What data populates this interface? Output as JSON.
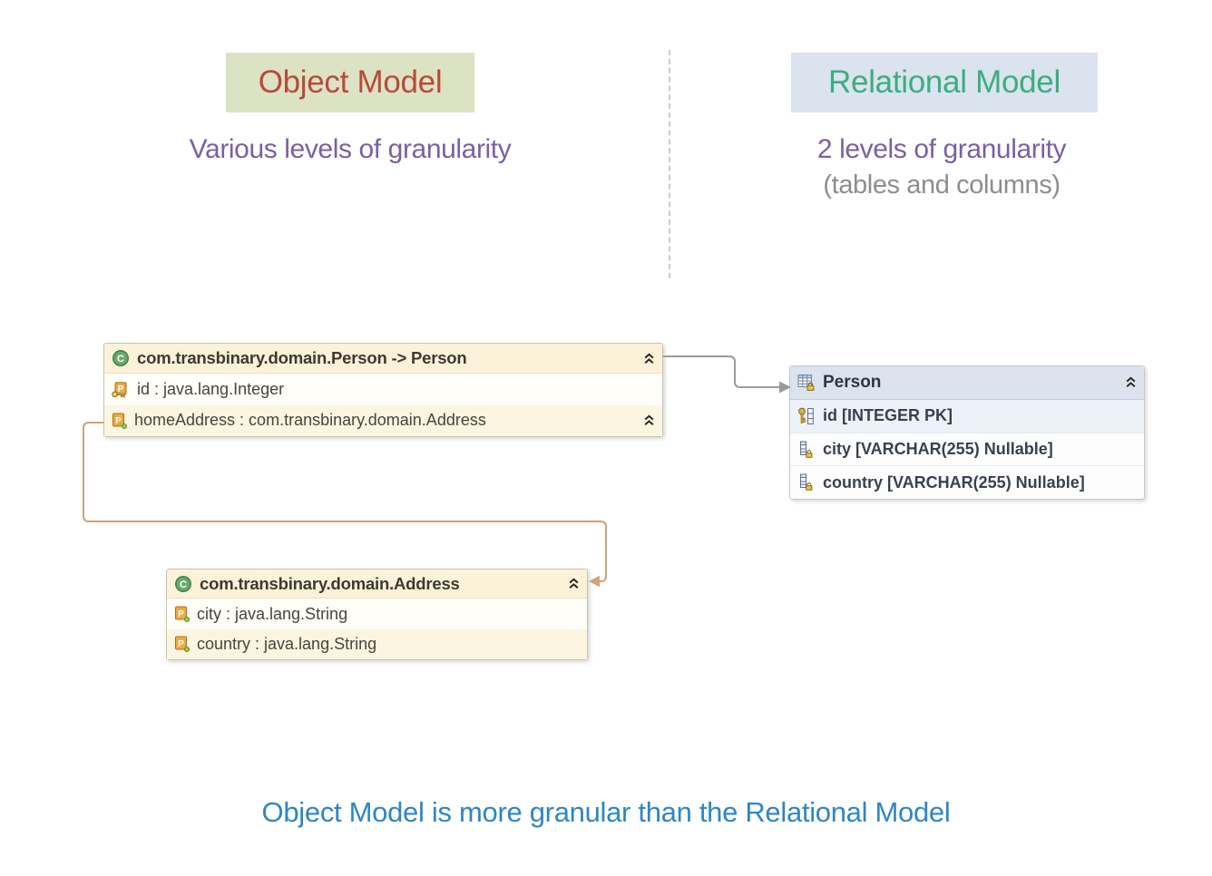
{
  "panels": {
    "object_model": {
      "title": "Object Model",
      "subtitle": "Various levels of granularity"
    },
    "relational_model": {
      "title": "Relational Model",
      "subtitle": "2 levels of granularity",
      "subtitle_note": "(tables and columns)"
    }
  },
  "diagram": {
    "person_class": {
      "icon": "class-icon",
      "title": "com.transbinary.domain.Person -> Person",
      "rows": [
        {
          "icon": "property-primary-key-icon",
          "text": "id : java.lang.Integer"
        },
        {
          "icon": "property-icon",
          "text": "homeAddress : com.transbinary.domain.Address"
        }
      ]
    },
    "address_class": {
      "icon": "class-icon",
      "title": "com.transbinary.domain.Address",
      "rows": [
        {
          "icon": "property-icon",
          "text": "city : java.lang.String"
        },
        {
          "icon": "property-icon",
          "text": "country : java.lang.String"
        }
      ]
    },
    "person_table": {
      "icon": "table-icon",
      "title": "Person",
      "rows": [
        {
          "icon": "primary-key-column-icon",
          "text": "id [INTEGER PK]"
        },
        {
          "icon": "column-icon",
          "text": "city [VARCHAR(255) Nullable]"
        },
        {
          "icon": "column-icon",
          "text": "country [VARCHAR(255) Nullable]"
        }
      ]
    },
    "connectors": [
      {
        "name": "person-class-to-person-table",
        "color": "#9b9b9b"
      },
      {
        "name": "home-address-to-address-class",
        "color": "#cfa278"
      }
    ]
  },
  "caption": "Object Model is more granular than the Relational Model",
  "colors": {
    "object_badge_bg": "#dce3c5",
    "object_title": "#b84a3c",
    "relational_badge_bg": "#dbe3ee",
    "relational_title": "#3bae80",
    "subtitle_purple": "#7b5fa5",
    "subtitle_gray": "#8d8d8d",
    "caption_blue": "#2e86c4",
    "class_header_bg": "#fbf2d9",
    "table_header_bg": "#dce3ef"
  }
}
